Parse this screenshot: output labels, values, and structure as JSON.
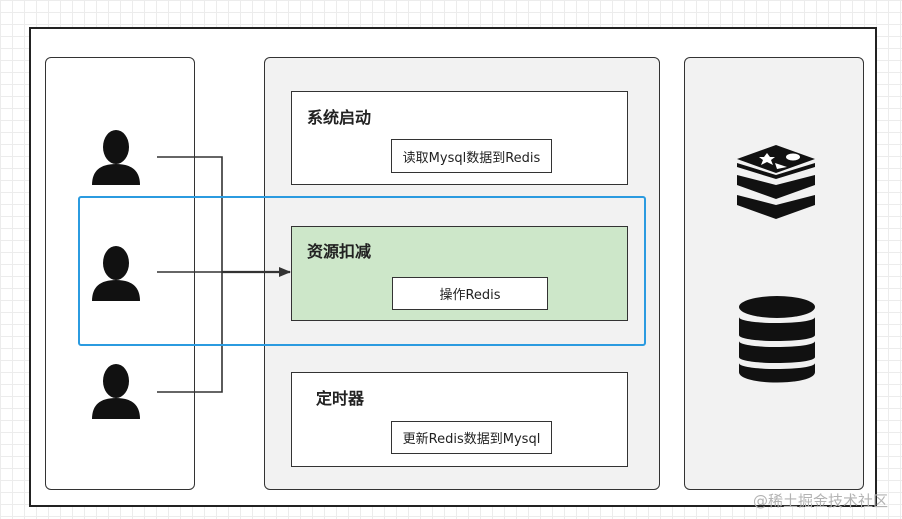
{
  "boxes": {
    "startup": {
      "title": "系统启动",
      "action": "读取Mysql数据到Redis"
    },
    "deduct": {
      "title": "资源扣减",
      "action": "操作Redis"
    },
    "timer": {
      "title": "定时器",
      "action": "更新Redis数据到Mysql"
    }
  },
  "icons": {
    "users": [
      "user-icon",
      "user-icon",
      "user-icon"
    ],
    "cache": "redis-icon",
    "database": "database-icon"
  },
  "colors": {
    "highlight_border": "#2b9be0",
    "active_box_fill": "#cde7c9",
    "panel_fill": "#f2f2f2"
  },
  "watermark": "@稀土掘金技术社区"
}
